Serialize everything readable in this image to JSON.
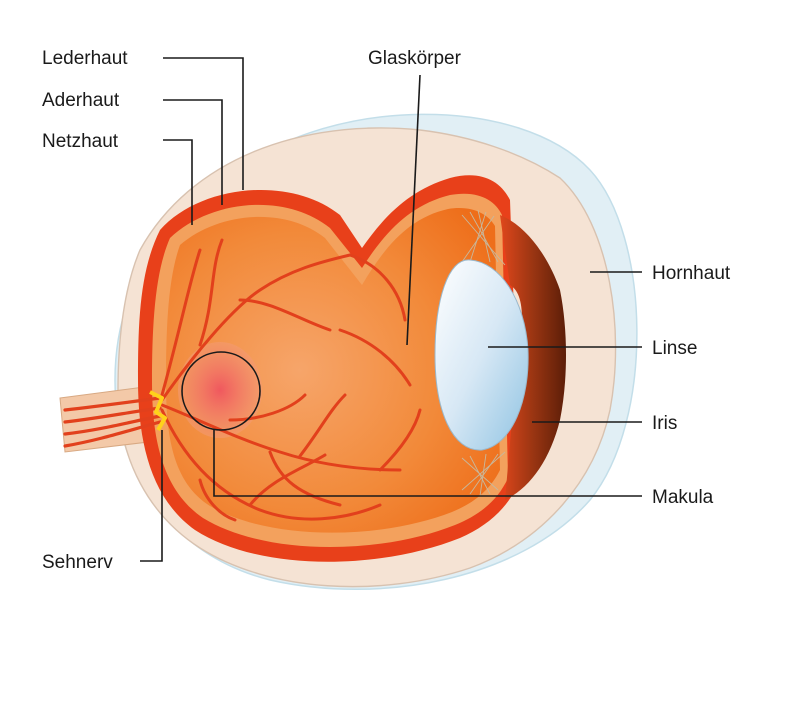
{
  "labels": {
    "lederhaut": "Lederhaut",
    "aderhaut": "Aderhaut",
    "netzhaut": "Netzhaut",
    "glaskoerper": "Glaskörper",
    "hornhaut": "Hornhaut",
    "linse": "Linse",
    "iris": "Iris",
    "makula": "Makula",
    "sehnerv": "Sehnerv"
  },
  "colors": {
    "sclera": "#f5e3d4",
    "choroid": "#e8401a",
    "retina": "#f3a15d",
    "vitreous": "#f07a1e",
    "macula": "#f06a6a",
    "cornea": "#dcedf4",
    "lens": "#cfe2f1",
    "iris": "#8b2a10"
  }
}
